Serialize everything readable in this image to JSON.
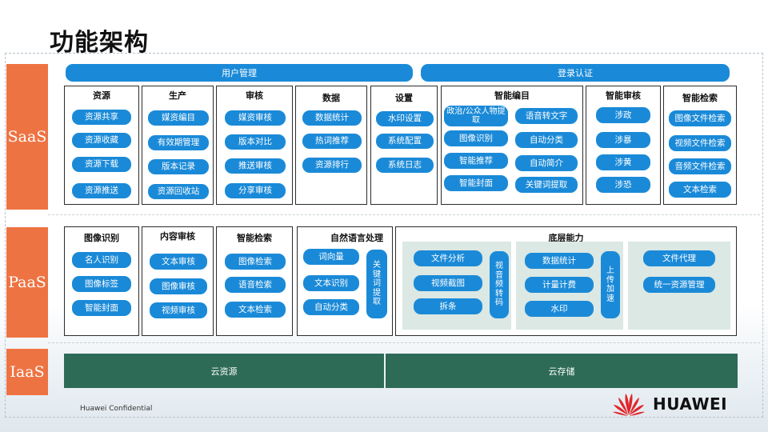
{
  "title": "功能架构",
  "layers": {
    "saas": "SaaS",
    "paas": "PaaS",
    "iaas": "IaaS"
  },
  "saas": {
    "top_bars": [
      "用户管理",
      "登录认证"
    ],
    "panels": [
      {
        "title": "资源",
        "items": [
          "资源共享",
          "资源收藏",
          "资源下载",
          "资源推送"
        ]
      },
      {
        "title": "生产",
        "items": [
          "媒资编目",
          "有效期管理",
          "版本记录",
          "资源回收站"
        ]
      },
      {
        "title": "审核",
        "items": [
          "媒资审核",
          "版本对比",
          "推送审核",
          "分享审核"
        ]
      },
      {
        "title": "数据",
        "items": [
          "数据统计",
          "热词推荐",
          "资源排行"
        ]
      },
      {
        "title": "设置",
        "items": [
          "水印设置",
          "系统配置",
          "系统日志"
        ]
      },
      {
        "title": "智能编目",
        "items": [
          "政治/公众人物提取",
          "语音转文字",
          "图像识别",
          "自动分类",
          "智能推荐",
          "自动简介",
          "智能封面",
          "关键词提取"
        ]
      },
      {
        "title": "智能审核",
        "items": [
          "涉政",
          "涉暴",
          "涉黄",
          "涉恐"
        ]
      },
      {
        "title": "智能检索",
        "items": [
          "图像文件检索",
          "视频文件检索",
          "音频文件检索",
          "文本检索"
        ]
      }
    ]
  },
  "paas": {
    "panels": [
      {
        "title": "图像识别",
        "items": [
          "名人识别",
          "图像标签",
          "智能封面"
        ]
      },
      {
        "title": "内容审核",
        "items": [
          "文本审核",
          "图像审核",
          "视频审核"
        ]
      },
      {
        "title": "智能检索",
        "items": [
          "图像检索",
          "语音检索",
          "文本检索"
        ]
      },
      {
        "title": "自然语言处理",
        "items": [
          "词向量",
          "文本识别",
          "自动分类",
          "关键词提取"
        ]
      },
      {
        "title": "底层能力",
        "items": [
          "文件分析",
          "视频截图",
          "拆条",
          "视音频转码",
          "数据统计",
          "计量计费",
          "水印",
          "上传加速",
          "文件代理",
          "统一资源管理"
        ]
      }
    ]
  },
  "iaas": {
    "items": [
      "云资源",
      "云存储"
    ]
  },
  "footer": {
    "confidential": "Huawei Confidential",
    "logo": "HUAWEI"
  },
  "colors": {
    "accent": "#1a8ad8",
    "layer_label": "#ee7343",
    "iaas": "#2d6b57",
    "logo_red": "#e0252a"
  }
}
